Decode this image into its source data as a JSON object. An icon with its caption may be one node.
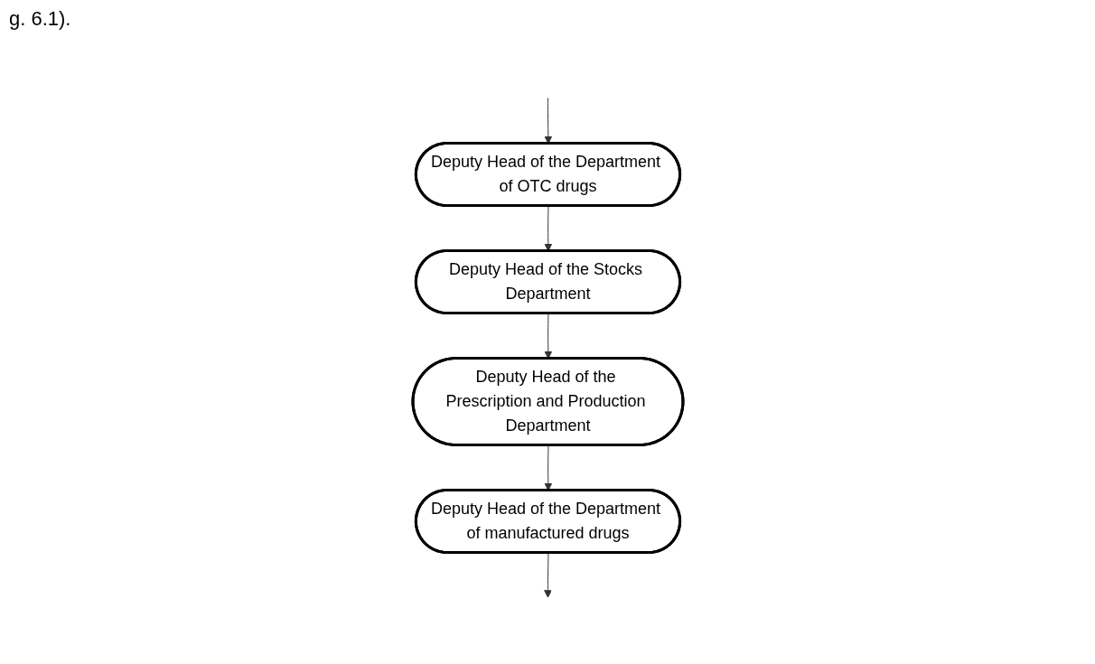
{
  "diagram": {
    "nodes": [
      {
        "text": [
          "Deputy Head of the Department of OTC drugs"
        ]
      },
      {
        "text": [
          "Deputy Head of the Stocks Department"
        ]
      },
      {
        "text": [
          "Deputy Head of the Prescription and Production Department"
        ]
      },
      {
        "text": [
          "Deputy Head of the Department of manufactured drugs"
        ]
      }
    ],
    "edges": [
      {
        "from": null,
        "to": 0,
        "arrow": "to"
      },
      {
        "from": 0,
        "to": 1,
        "arrow": "to"
      },
      {
        "from": 1,
        "to": 2,
        "arrow": "to"
      },
      {
        "from": 2,
        "to": 3,
        "arrow": "to"
      },
      {
        "from": 3,
        "to": null,
        "arrow": "to"
      }
    ],
    "labels": [
      "g. 6.1)."
    ]
  }
}
